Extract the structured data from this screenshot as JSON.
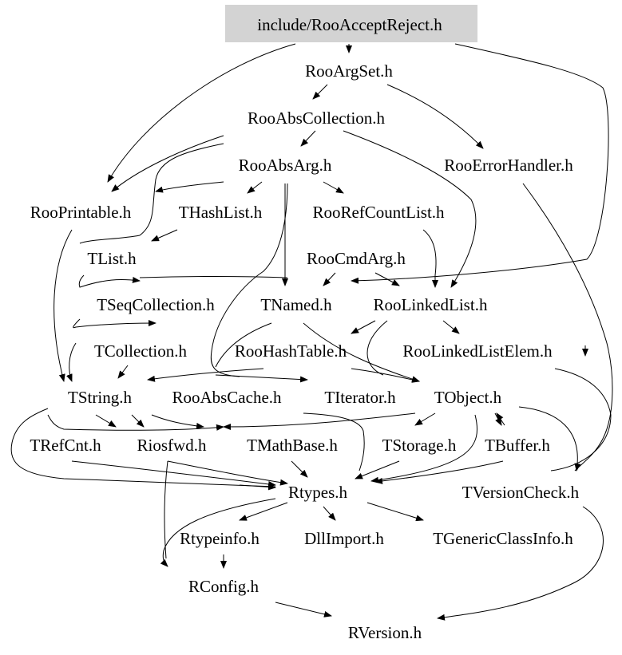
{
  "diagram": {
    "nodes": {
      "root": "include/RooAcceptReject.h",
      "rooargset": "RooArgSet.h",
      "rooabscollection": "RooAbsCollection.h",
      "rooabsarg": "RooAbsArg.h",
      "rooerrorhandler": "RooErrorHandler.h",
      "rooprintable": "RooPrintable.h",
      "thashlist": "THashList.h",
      "roorefcountlist": "RooRefCountList.h",
      "tlist": "TList.h",
      "roocmdarg": "RooCmdArg.h",
      "tseqcollection": "TSeqCollection.h",
      "tnamed": "TNamed.h",
      "roolinkedlist": "RooLinkedList.h",
      "tcollection": "TCollection.h",
      "roohashtable": "RooHashTable.h",
      "roolinkedlistelem": "RooLinkedListElem.h",
      "tstring": "TString.h",
      "rooabscache": "RooAbsCache.h",
      "titerator": "TIterator.h",
      "tobject": "TObject.h",
      "trefcnt": "TRefCnt.h",
      "riosfwd": "Riosfwd.h",
      "tmathbase": "TMathBase.h",
      "tstorage": "TStorage.h",
      "tbuffer": "TBuffer.h",
      "rtypes": "Rtypes.h",
      "tversioncheck": "TVersionCheck.h",
      "rtypeinfo": "Rtypeinfo.h",
      "dllimport": "DllImport.h",
      "tgenericclassinfo": "TGenericClassInfo.h",
      "rconfig": "RConfig.h",
      "rversion": "RVersion.h"
    }
  }
}
